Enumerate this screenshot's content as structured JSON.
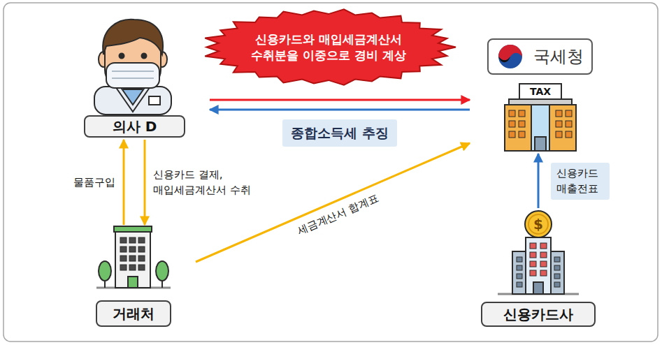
{
  "diagram": {
    "nodes": [
      {
        "text": [
          "의사 D"
        ]
      },
      {
        "text": [
          "신용카드와 매입세금계산서 수취분을 이중으로 경비 계상"
        ]
      },
      {
        "text": [
          "국세청"
        ]
      },
      {
        "text": [
          "거래처"
        ]
      },
      {
        "text": [
          "신용카드사"
        ]
      }
    ],
    "edges": [
      {
        "from": 0,
        "to": 2,
        "arrow": "to"
      },
      {
        "from": 2,
        "to": 0,
        "label": "종합소득세 추징",
        "arrow": "to"
      },
      {
        "from": 3,
        "to": 0,
        "label": "물품구입",
        "arrow": "to"
      },
      {
        "from": 0,
        "to": 3,
        "label": "신용카드 결제, 매입세금계산서 수취",
        "arrow": "to"
      },
      {
        "from": 3,
        "to": 2,
        "label": "세금계산서 합계표",
        "arrow": "to"
      },
      {
        "from": 4,
        "to": 2,
        "label": "신용카드 매출전표",
        "arrow": "to"
      }
    ],
    "labels": [
      "TAX",
      "$"
    ]
  }
}
